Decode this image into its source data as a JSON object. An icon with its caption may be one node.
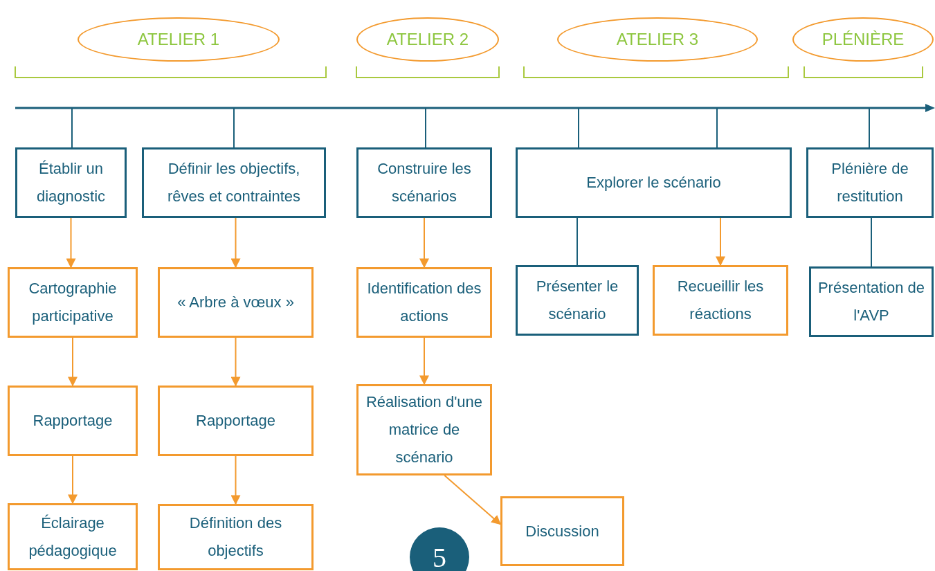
{
  "diagram": {
    "nodes": [
      {
        "text": [
          "ATELIER 1"
        ]
      },
      {
        "text": [
          "ATELIER 2"
        ]
      },
      {
        "text": [
          "ATELIER 3"
        ]
      },
      {
        "text": [
          "PLÉNIÈRE"
        ]
      },
      {
        "text": [
          "Établir un diagnostic"
        ]
      },
      {
        "text": [
          "Définir les objectifs, rêves et contraintes"
        ]
      },
      {
        "text": [
          "Construire les scénarios"
        ]
      },
      {
        "text": [
          "Explorer le scénario"
        ]
      },
      {
        "text": [
          "Plénière de restitution"
        ]
      },
      {
        "text": [
          "Cartographie participative"
        ]
      },
      {
        "text": [
          "« Arbre à vœux »"
        ]
      },
      {
        "text": [
          "Identification des actions"
        ]
      },
      {
        "text": [
          "Présenter le scénario"
        ]
      },
      {
        "text": [
          "Recueillir les réactions"
        ]
      },
      {
        "text": [
          "Présentation de l'AVP"
        ]
      },
      {
        "text": [
          "Rapportage"
        ]
      },
      {
        "text": [
          "Rapportage"
        ]
      },
      {
        "text": [
          "Réalisation d'une matrice de scénario"
        ]
      },
      {
        "text": [
          "Éclairage pédagogique"
        ]
      },
      {
        "text": [
          "Définition des objectifs"
        ]
      },
      {
        "text": [
          "Discussion"
        ]
      }
    ],
    "edges": [
      {
        "from": null,
        "to": 4,
        "arrow": "none",
        "color": "#1a5f7a"
      },
      {
        "from": null,
        "to": 5,
        "arrow": "none",
        "color": "#1a5f7a"
      },
      {
        "from": null,
        "to": 6,
        "arrow": "none",
        "color": "#1a5f7a"
      },
      {
        "from": null,
        "to": 7,
        "arrow": "none",
        "color": "#1a5f7a"
      },
      {
        "from": null,
        "to": 7,
        "arrow": "none",
        "color": "#1a5f7a"
      },
      {
        "from": null,
        "to": 8,
        "arrow": "none",
        "color": "#1a5f7a"
      },
      {
        "from": 4,
        "to": 9,
        "arrow": "to"
      },
      {
        "from": 9,
        "to": 15,
        "arrow": "to"
      },
      {
        "from": 15,
        "to": 18,
        "arrow": "to"
      },
      {
        "from": 5,
        "to": 10,
        "arrow": "to"
      },
      {
        "from": 10,
        "to": 16,
        "arrow": "to"
      },
      {
        "from": 16,
        "to": 19,
        "arrow": "to"
      },
      {
        "from": 6,
        "to": 11,
        "arrow": "to"
      },
      {
        "from": 11,
        "to": 17,
        "arrow": "to"
      },
      {
        "from": 17,
        "to": 20,
        "arrow": "to"
      },
      {
        "from": 7,
        "to": 12,
        "arrow": "none",
        "color": "#1a5f7a"
      },
      {
        "from": 7,
        "to": 13,
        "arrow": "to"
      },
      {
        "from": 8,
        "to": 14,
        "arrow": "none",
        "color": "#1a5f7a"
      }
    ],
    "labels": [
      "5"
    ]
  }
}
